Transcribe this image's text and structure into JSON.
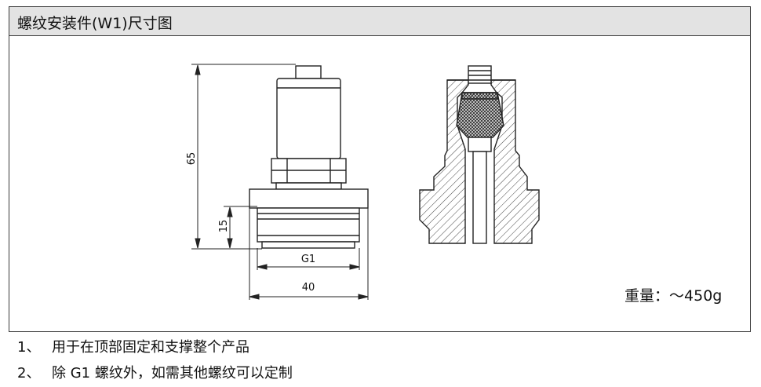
{
  "panel": {
    "title": "螺纹安装件(W1)尺寸图"
  },
  "drawing": {
    "dimensions": {
      "height_total": "65",
      "height_thread": "15",
      "thread": "G1",
      "width": "40"
    }
  },
  "weight": {
    "label": "重量：",
    "value": "～450g"
  },
  "notes": [
    {
      "num": "1、",
      "text": "用于在顶部固定和支撑整个产品"
    },
    {
      "num": "2、",
      "text": "除 G1 螺纹外，如需其他螺纹可以定制"
    }
  ]
}
